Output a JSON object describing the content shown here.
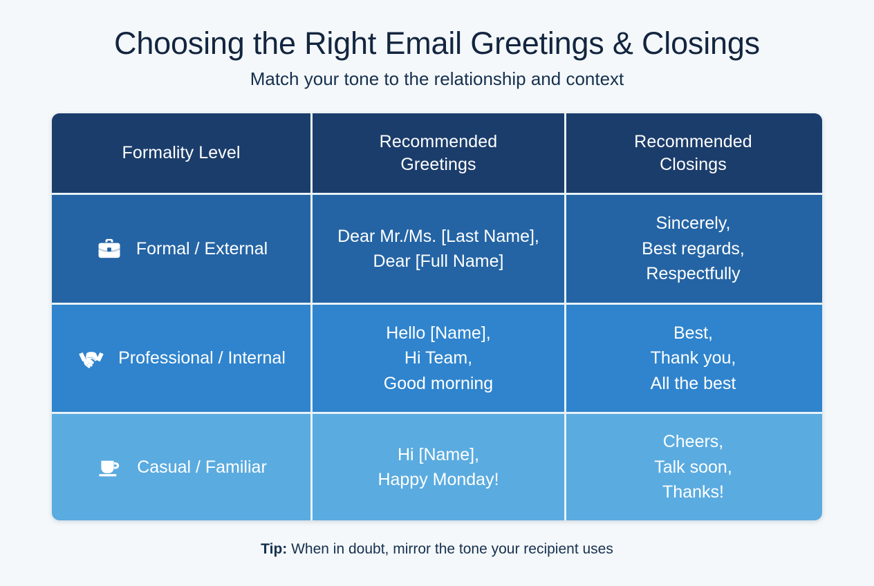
{
  "header": {
    "title": "Choosing the Right Email Greetings & Closings",
    "subtitle": "Match your tone to the relationship and context"
  },
  "colors": {
    "background": "#f4f8fa",
    "title_text": "#13253f",
    "header_row": "#1b3d6b",
    "row_formal": "#2464a4",
    "row_professional": "#2f84cd",
    "row_casual": "#5aabe0",
    "divider": "#e8f2f8",
    "cell_text": "#ffffff"
  },
  "table": {
    "columns": [
      {
        "label": "Formality Level",
        "icon": ""
      },
      {
        "label": "Recommended\nGreetings",
        "line1": "Recommended",
        "line2": "Greetings"
      },
      {
        "label": "Recommended\nClosings",
        "line1": "Recommended",
        "line2": "Closings"
      }
    ],
    "rows": [
      {
        "level": "Formal / External",
        "icon": "briefcase-icon",
        "greetings": [
          "Dear Mr./Ms. [Last Name],",
          "Dear [Full Name]"
        ],
        "closings": [
          "Sincerely,",
          "Best regards,",
          "Respectfully"
        ]
      },
      {
        "level": "Professional / Internal",
        "icon": "handshake-icon",
        "greetings": [
          "Hello [Name],",
          "Hi Team,",
          "Good morning"
        ],
        "closings": [
          "Best,",
          "Thank you,",
          "All the best"
        ]
      },
      {
        "level": "Casual / Familiar",
        "icon": "coffee-cup-icon",
        "greetings": [
          "Hi [Name],",
          "Happy Monday!"
        ],
        "closings": [
          "Cheers,",
          "Talk soon,",
          "Thanks!"
        ]
      }
    ]
  },
  "footer": {
    "tip_label": "Tip:",
    "tip_text": "When in doubt, mirror the tone your recipient uses"
  }
}
